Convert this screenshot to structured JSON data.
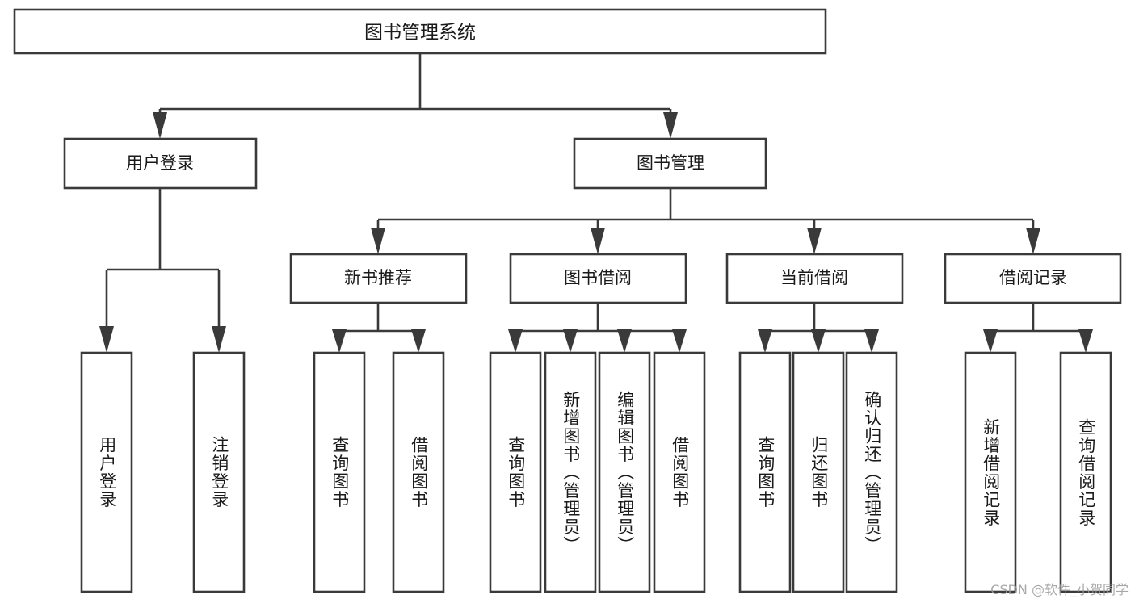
{
  "diagram": {
    "type": "tree-hierarchy",
    "title": "图书管理系统",
    "orientation": "top-down",
    "colors": {
      "box_stroke": "#3a3a3a",
      "box_fill": "#ffffff",
      "connector": "#3a3a3a",
      "text": "#1a1a1a",
      "background": "#ffffff",
      "watermark": "#9a9a9a"
    },
    "root": {
      "label": "图书管理系统"
    },
    "level2": [
      {
        "label": "用户登录"
      },
      {
        "label": "图书管理"
      }
    ],
    "level3": [
      {
        "label": "新书推荐"
      },
      {
        "label": "图书借阅"
      },
      {
        "label": "当前借阅"
      },
      {
        "label": "借阅记录"
      }
    ],
    "leaves": {
      "user_login": [
        {
          "label": "用户登录"
        },
        {
          "label": "注销登录"
        }
      ],
      "new_book_recommend": [
        {
          "label": "查询图书"
        },
        {
          "label": "借阅图书"
        }
      ],
      "book_borrow": [
        {
          "label": "查询图书"
        },
        {
          "label": "新增图书（管理员）"
        },
        {
          "label": "编辑图书（管理员）"
        },
        {
          "label": "借阅图书"
        }
      ],
      "current_borrow": [
        {
          "label": "查询图书"
        },
        {
          "label": "归还图书"
        },
        {
          "label": "确认归还（管理员）"
        }
      ],
      "borrow_record": [
        {
          "label": "新增借阅记录"
        },
        {
          "label": "查询借阅记录"
        }
      ]
    }
  },
  "watermark": {
    "text": "CSDN @软件_小贺同学"
  }
}
